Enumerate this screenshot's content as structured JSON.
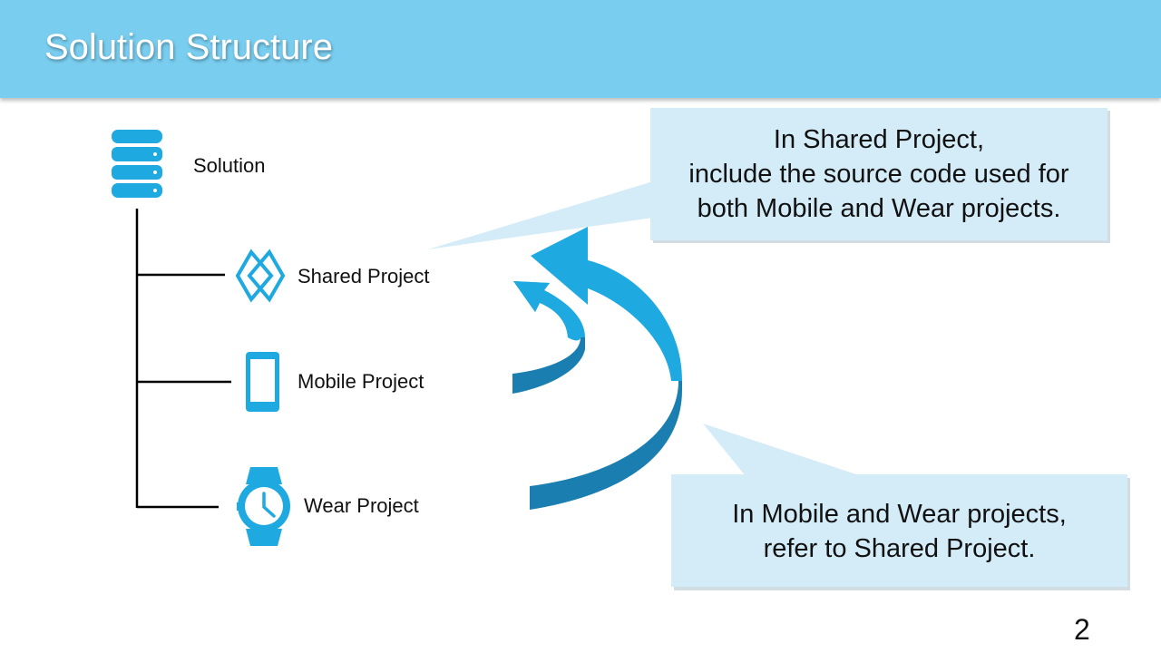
{
  "title": "Solution Structure",
  "tree": {
    "root": {
      "label": "Solution",
      "icon": "database-icon"
    },
    "children": [
      {
        "label": "Shared Project",
        "icon": "shared-project-icon"
      },
      {
        "label": "Mobile Project",
        "icon": "smartphone-icon"
      },
      {
        "label": "Wear Project",
        "icon": "smartwatch-icon"
      }
    ]
  },
  "callouts": {
    "top": {
      "line1": "In Shared Project,",
      "line2": "include the source code used for",
      "line3": "both Mobile and Wear projects."
    },
    "bottom": {
      "line1": "In Mobile and Wear projects,",
      "line2": "refer to Shared Project."
    }
  },
  "page_number": "2",
  "colors": {
    "header": "#79cdef",
    "icon_blue": "#1fa9e1",
    "arrow_blue": "#1fa9e1",
    "arrow_dark": "#1a7fb0",
    "callout_fill": "#d3ecf8"
  }
}
